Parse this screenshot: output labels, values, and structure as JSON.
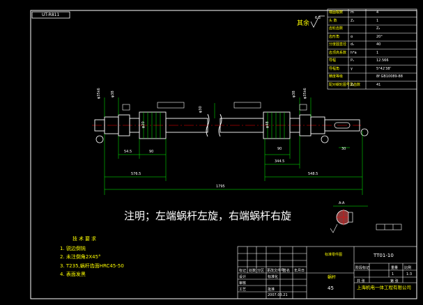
{
  "window": {
    "drawing_tag": "UT-R811"
  },
  "surface_roughness": {
    "label": "其余",
    "value": "6.3"
  },
  "parameters_table": {
    "rows": [
      {
        "label": "端面模数",
        "symbol": "m",
        "value": "4"
      },
      {
        "label": "头  数",
        "symbol": "Z₁",
        "value": "1"
      },
      {
        "label": "齿轮齿数",
        "symbol": "",
        "value": "Z₂"
      },
      {
        "label": "齿形角",
        "symbol": "α",
        "value": "20°"
      },
      {
        "label": "分度圆直径",
        "symbol": "d₁",
        "value": "40"
      },
      {
        "label": "齿顶高系数",
        "symbol": "h*a",
        "value": "1"
      },
      {
        "label": "导程",
        "symbol": "P₁",
        "value": "12.566"
      },
      {
        "label": "导程角",
        "symbol": "γ",
        "value": "5°42′38″"
      },
      {
        "label": "精度等级",
        "symbol": "",
        "value": "8f GB10089-88"
      },
      {
        "label": "配对蜗轮图号及齿数",
        "symbol": "Z₂",
        "value": "41"
      }
    ]
  },
  "dimensions": {
    "d_left_1": "φ35k6",
    "d_left_2": "φ38",
    "d_right_1": "φ38",
    "d_right_2": "φ35k6",
    "d_mid": "φ30",
    "len_545": "54.5",
    "len_90_left": "90",
    "len_90_right": "90",
    "len_3445": "344.5",
    "len_5765": "576.5",
    "len_5485": "548.5",
    "len_1795": "1795",
    "len_30": "30",
    "d_small_left": "φ20",
    "d_small_right": "φ48"
  },
  "note": "注明；左端蜗杆左旋，右端蜗杆右旋",
  "requirements": {
    "title": "技术要求",
    "items": [
      "1. 锐边倒钝",
      "2. 未注倒角2X45°",
      "3. T235,蜗杆齿面HRC45-50",
      "4. 表面发黑"
    ]
  },
  "title_block": {
    "drawing_no": "TT01-10",
    "part_name": "蜗杆",
    "material": "45",
    "company": "上海机电一体工程有限公司",
    "mark": "标记",
    "count": "处数",
    "zone": "分区",
    "doc_no": "更改文件号",
    "sign": "签名",
    "date": "年月日",
    "designer": "设计",
    "standard": "标准化",
    "review": "审核",
    "process": "工艺",
    "approve": "批准",
    "stage": "阶段标记",
    "weight": "重量",
    "scale": "比例",
    "scale_val": "1",
    "sheet": "共 张",
    "sheet_of": "第 张",
    "sheet_num": "1:3",
    "date_stamp": "2007.03.21",
    "drawing_ref": "标准零件图"
  },
  "section_label": "A-A",
  "colors": {
    "background": "#000000",
    "frame": "#ffffff",
    "centerline": "#ff0000",
    "dimension": "#00ff00",
    "text_yellow": "#ffff00",
    "section_fill": "#ff6060"
  }
}
